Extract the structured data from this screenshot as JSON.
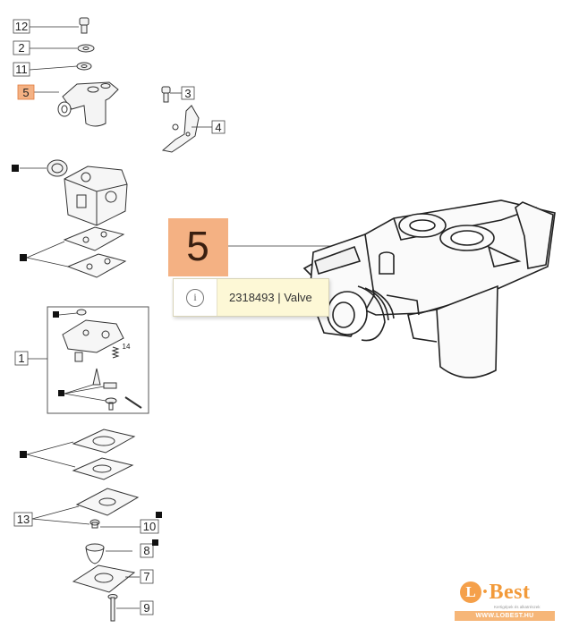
{
  "callouts": {
    "c12": "12",
    "c2": "2",
    "c11": "11",
    "c5": "5",
    "c3": "3",
    "c4": "4",
    "c1": "1",
    "c14": "14",
    "c13": "13",
    "c10": "10",
    "c8": "8",
    "c7": "7",
    "c9": "9"
  },
  "detail": {
    "number": "5"
  },
  "tooltip": {
    "icon": "info-icon",
    "text": "2318493 | Valve"
  },
  "logo": {
    "brand": "Best",
    "mark": "L",
    "tagline": "Kertigépek és alkatrészek",
    "url": "WWW.LOBEST.HU"
  },
  "colors": {
    "highlight": "#f4b183",
    "highlight_border": "#e07b3e",
    "tooltip_bg": "#fdf8d6",
    "brand": "#f29a3a"
  }
}
